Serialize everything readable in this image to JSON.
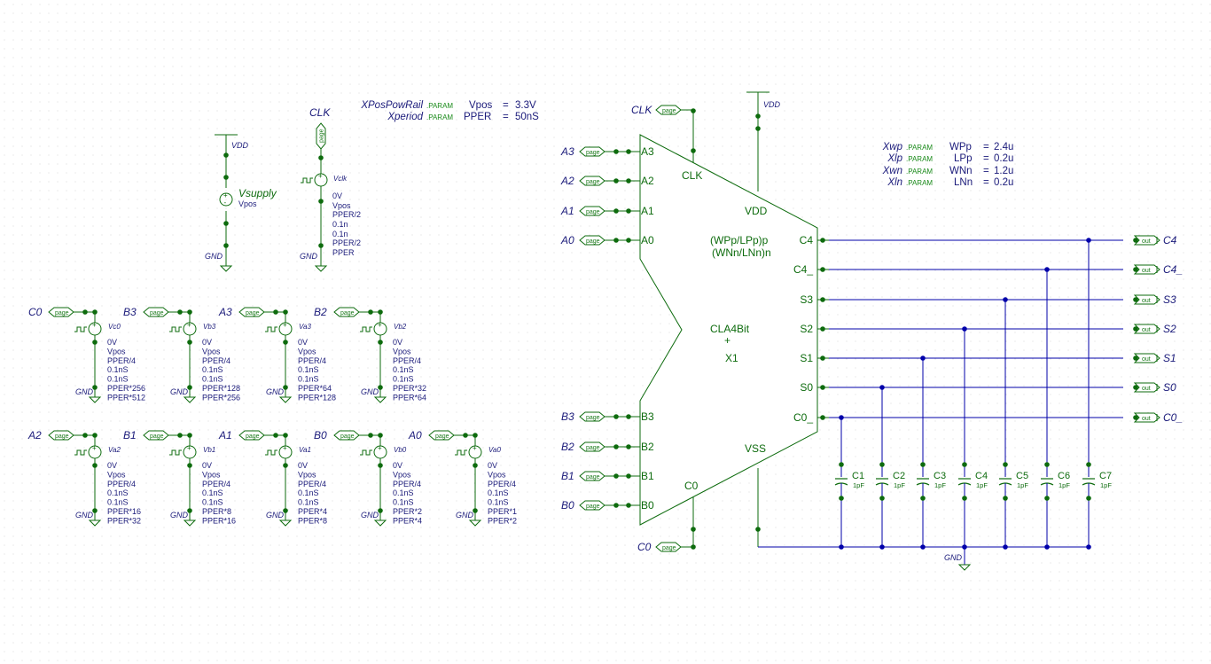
{
  "colors": {
    "wire": "#0d6b0d",
    "bus": "#0000aa",
    "label": "#1a1a7a",
    "component": "#0d6b0d"
  },
  "page_tag": "page",
  "out_tag": "out",
  "params_top": [
    {
      "name": "XPosPowRail",
      "kind": ".PARAM",
      "key": "Vpos",
      "eq": "=",
      "value": "3.3V"
    },
    {
      "name": "Xperiod",
      "kind": ".PARAM",
      "key": "PPER",
      "eq": "=",
      "value": "50nS"
    }
  ],
  "params_right": [
    {
      "name": "Xwp",
      "kind": ".PARAM",
      "key": "WPp",
      "eq": "=",
      "value": "2.4u"
    },
    {
      "name": "Xlp",
      "kind": ".PARAM",
      "key": "LPp",
      "eq": "=",
      "value": "0.2u"
    },
    {
      "name": "Xwn",
      "kind": ".PARAM",
      "key": "WNn",
      "eq": "=",
      "value": "1.2u"
    },
    {
      "name": "Xln",
      "kind": ".PARAM",
      "key": "LNn",
      "eq": "=",
      "value": "0.2u"
    }
  ],
  "vsupply": {
    "top": "VDD",
    "bottom": "GND",
    "name": "Vsupply",
    "value": "Vpos"
  },
  "clk_source": {
    "label": "CLK",
    "tag": "page",
    "name": "Vclk",
    "bottom": "GND",
    "lines": [
      "0V",
      "Vpos",
      "PPER/2",
      "0.1n",
      "0.1n",
      "PPER/2",
      "PPER"
    ]
  },
  "pulse_sources": [
    {
      "label": "C0",
      "name": "Vc0",
      "gnd": "GND",
      "lines": [
        "0V",
        "Vpos",
        "PPER/4",
        "0.1nS",
        "0.1nS",
        "PPER*256",
        "PPER*512"
      ]
    },
    {
      "label": "B3",
      "name": "Vb3",
      "gnd": "GND",
      "lines": [
        "0V",
        "Vpos",
        "PPER/4",
        "0.1nS",
        "0.1nS",
        "PPER*128",
        "PPER*256"
      ]
    },
    {
      "label": "A3",
      "name": "Va3",
      "gnd": "GND",
      "lines": [
        "0V",
        "Vpos",
        "PPER/4",
        "0.1nS",
        "0.1nS",
        "PPER*64",
        "PPER*128"
      ]
    },
    {
      "label": "B2",
      "name": "Vb2",
      "gnd": "GND",
      "lines": [
        "0V",
        "Vpos",
        "PPER/4",
        "0.1nS",
        "0.1nS",
        "PPER*32",
        "PPER*64"
      ]
    },
    {
      "label": "A2",
      "name": "Va2",
      "gnd": "GND",
      "lines": [
        "0V",
        "Vpos",
        "PPER/4",
        "0.1nS",
        "0.1nS",
        "PPER*16",
        "PPER*32"
      ]
    },
    {
      "label": "B1",
      "name": "Vb1",
      "gnd": "GND",
      "lines": [
        "0V",
        "Vpos",
        "PPER/4",
        "0.1nS",
        "0.1nS",
        "PPER*8",
        "PPER*16"
      ]
    },
    {
      "label": "A1",
      "name": "Va1",
      "gnd": "GND",
      "lines": [
        "0V",
        "Vpos",
        "PPER/4",
        "0.1nS",
        "0.1nS",
        "PPER*4",
        "PPER*8"
      ]
    },
    {
      "label": "B0",
      "name": "Vb0",
      "gnd": "GND",
      "lines": [
        "0V",
        "Vpos",
        "PPER/4",
        "0.1nS",
        "0.1nS",
        "PPER*2",
        "PPER*4"
      ]
    },
    {
      "label": "A0",
      "name": "Va0",
      "gnd": "GND",
      "lines": [
        "0V",
        "Vpos",
        "PPER/4",
        "0.1nS",
        "0.1nS",
        "PPER*1",
        "PPER*2"
      ]
    }
  ],
  "adder": {
    "name": "CLA4Bit",
    "designator": "X1",
    "param_p": "(WPp/LPp)p",
    "param_n": "(WNn/LNn)n",
    "clk_pin": "CLK",
    "vdd_pin": "VDD",
    "vss_pin": "VSS",
    "c0_pin": "C0",
    "vdd_net": "VDD",
    "clk_label": "CLK",
    "c0_label": "C0",
    "inputs_a": [
      "A3",
      "A2",
      "A1",
      "A0"
    ],
    "inputs_b": [
      "B3",
      "B2",
      "B1",
      "B0"
    ],
    "outputs": [
      "C4",
      "C4_",
      "S3",
      "S2",
      "S1",
      "S0",
      "C0_"
    ]
  },
  "caps": [
    {
      "name": "C1",
      "value": "1pF"
    },
    {
      "name": "C2",
      "value": "1pF"
    },
    {
      "name": "C3",
      "value": "1pF"
    },
    {
      "name": "C4",
      "value": "1pF"
    },
    {
      "name": "C5",
      "value": "1pF"
    },
    {
      "name": "C6",
      "value": "1pF"
    },
    {
      "name": "C7",
      "value": "1pF"
    }
  ],
  "ground_label": "GND"
}
